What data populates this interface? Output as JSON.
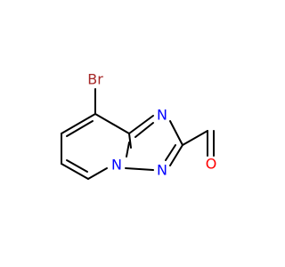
{
  "molecule": {
    "atoms": {
      "bromine": {
        "symbol": "Br",
        "color": "#A62929"
      },
      "triazole_n_upper": {
        "symbol": "N",
        "color": "#0000FF"
      },
      "bridgehead_n": {
        "symbol": "N",
        "color": "#0000FF"
      },
      "triazole_n_lower": {
        "symbol": "N",
        "color": "#0000FF"
      },
      "aldehyde_o": {
        "symbol": "O",
        "color": "#FF0000"
      }
    },
    "bond_color": "#000000"
  }
}
